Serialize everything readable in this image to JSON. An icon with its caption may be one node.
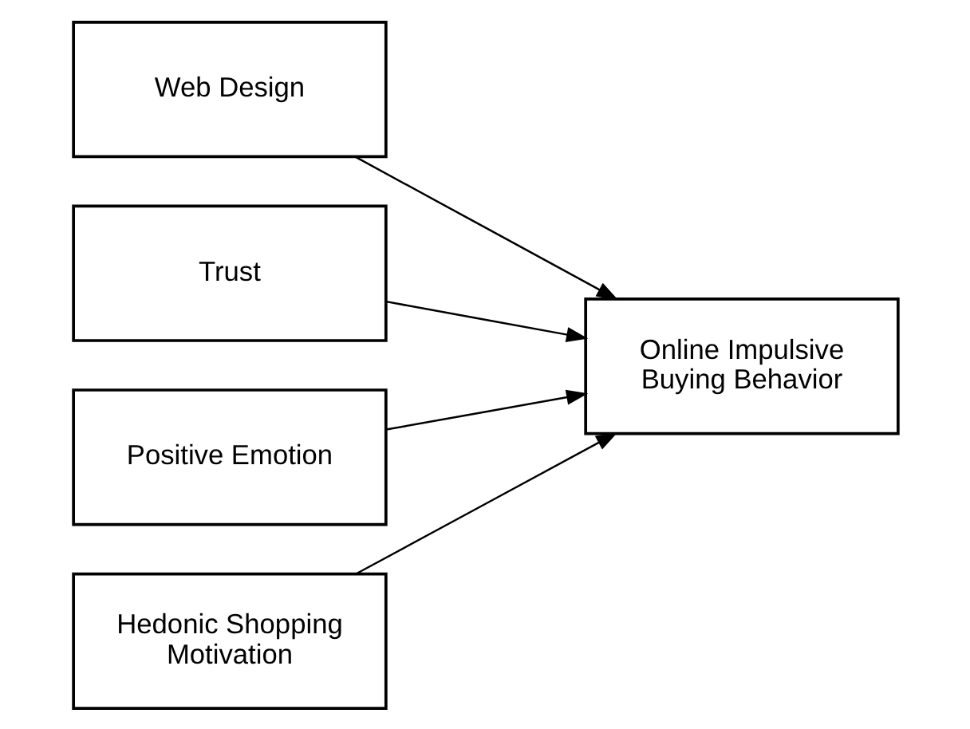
{
  "diagram": {
    "nodes": [
      {
        "text": [
          "Web Design"
        ]
      },
      {
        "text": [
          "Trust"
        ]
      },
      {
        "text": [
          "Positive Emotion"
        ]
      },
      {
        "text": [
          "Hedonic Shopping Motivation"
        ]
      },
      {
        "text": [
          "Online Impulsive Buying Behavior"
        ]
      }
    ],
    "edges": [
      {
        "from": 0,
        "to": 4,
        "arrow": "to"
      },
      {
        "from": 1,
        "to": 4,
        "arrow": "to"
      },
      {
        "from": 2,
        "to": 4,
        "arrow": "to"
      },
      {
        "from": 3,
        "to": 4,
        "arrow": "to"
      }
    ]
  }
}
